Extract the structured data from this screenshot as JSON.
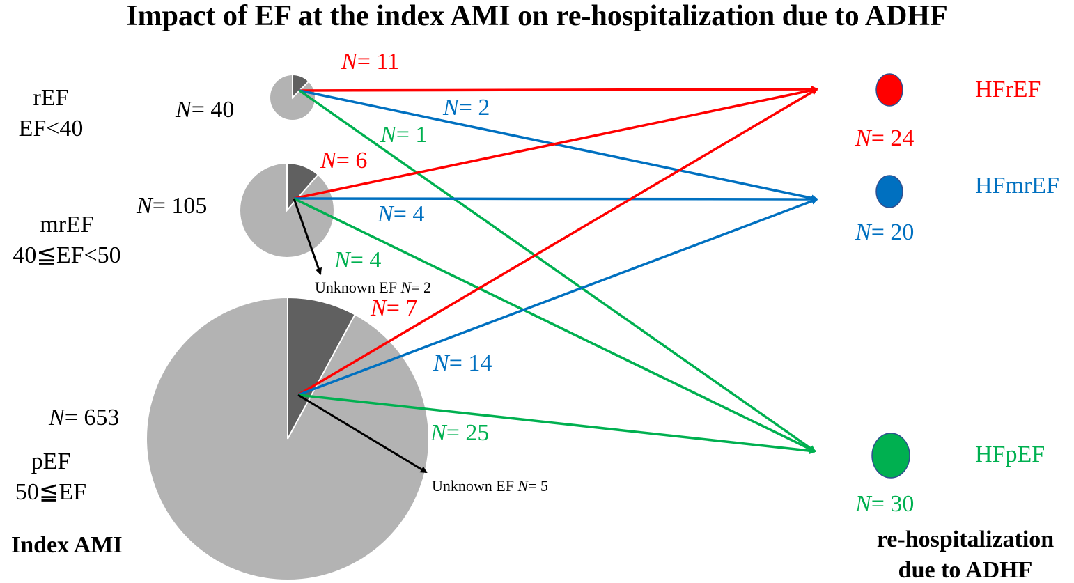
{
  "title": "Impact of EF at the index AMI on re-hospitalization due to ADHF",
  "colors": {
    "hfref": "#ff0000",
    "hfmref": "#0070c0",
    "hfpef": "#00b050",
    "pie_dark": "#606060",
    "pie_light": "#b3b3b3",
    "arrow_black": "#000000"
  },
  "index_groups": [
    {
      "id": "ref",
      "name": "rEF",
      "criterion": "EF<40",
      "n_label": "N",
      "n_value": "= 40",
      "readmitted_fraction": 0.125
    },
    {
      "id": "mref",
      "name": "mrEF",
      "criterion": "40≦EF<50",
      "n_label": "N",
      "n_value": "= 105",
      "readmitted_fraction": 0.114
    },
    {
      "id": "pef",
      "name": "pEF",
      "criterion": "50≦EF",
      "n_label": "N",
      "n_value": "= 653",
      "readmitted_fraction": 0.079
    }
  ],
  "index_label": "Index AMI",
  "outcome_groups": [
    {
      "id": "hfref",
      "name": "HFrEF",
      "n_label": "N",
      "n_value": "= 24",
      "color": "#ff0000"
    },
    {
      "id": "hfmref",
      "name": "HFmrEF",
      "n_label": "N",
      "n_value": "= 20",
      "color": "#0070c0"
    },
    {
      "id": "hfpef",
      "name": "HFpEF",
      "n_label": "N",
      "n_value": "= 30",
      "color": "#00b050"
    }
  ],
  "outcome_label_line1": "re-hospitalization",
  "outcome_label_line2": "due to ADHF",
  "flows": [
    {
      "from": "ref",
      "to": "hfref",
      "n_label": "N",
      "n_value": "= 11"
    },
    {
      "from": "ref",
      "to": "hfmref",
      "n_label": "N",
      "n_value": "= 2"
    },
    {
      "from": "ref",
      "to": "hfpef",
      "n_label": "N",
      "n_value": "= 1"
    },
    {
      "from": "mref",
      "to": "hfref",
      "n_label": "N",
      "n_value": "= 6"
    },
    {
      "from": "mref",
      "to": "hfmref",
      "n_label": "N",
      "n_value": "= 4"
    },
    {
      "from": "mref",
      "to": "hfpef",
      "n_label": "N",
      "n_value": "= 4"
    },
    {
      "from": "pef",
      "to": "hfref",
      "n_label": "N",
      "n_value": "= 7"
    },
    {
      "from": "pef",
      "to": "hfmref",
      "n_label": "N",
      "n_value": "= 14"
    },
    {
      "from": "pef",
      "to": "hfpef",
      "n_label": "N",
      "n_value": "= 25"
    }
  ],
  "unknown": [
    {
      "from": "mref",
      "text": "Unknown EF ",
      "n_label": "N",
      "n_value": "= 2"
    },
    {
      "from": "pef",
      "text": "Unknown EF ",
      "n_label": "N",
      "n_value": "= 5"
    }
  ]
}
